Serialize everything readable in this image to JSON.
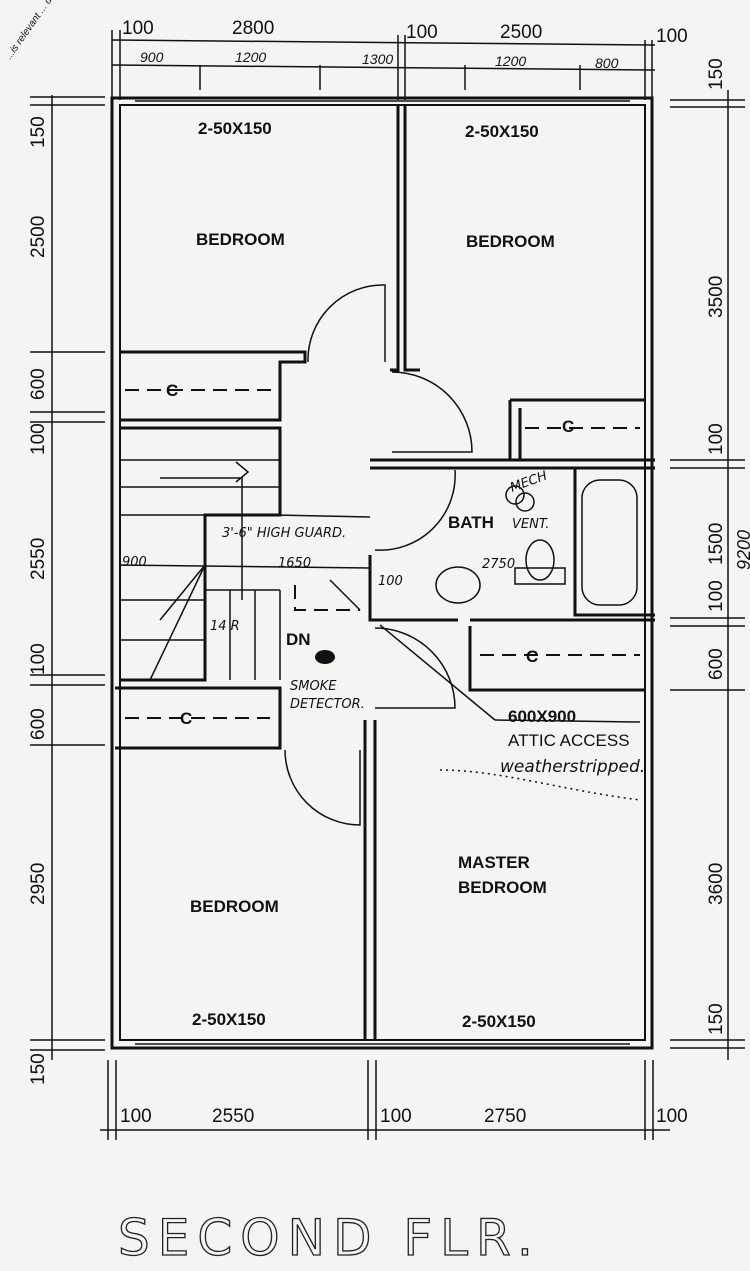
{
  "plan": {
    "title": "SECOND FLR.",
    "corner_note": "...is relevant ... document and ... upon the current",
    "top_dims": [
      "100",
      "2800",
      "100",
      "2500",
      "100"
    ],
    "top_sub_dims": [
      "900",
      "1200",
      "1300",
      "1200",
      "800"
    ],
    "left_dims": [
      "150",
      "2500",
      "600",
      "100",
      "2550",
      "100",
      "600",
      "2950",
      "150"
    ],
    "right_dims": [
      "150",
      "3500",
      "100",
      "1500",
      "100",
      "600",
      "3600",
      "150"
    ],
    "right_total": "9200",
    "bottom_dims": [
      "100",
      "2550",
      "100",
      "2750",
      "100"
    ],
    "rooms": {
      "bedroom_nw": "BEDROOM",
      "bedroom_ne": "BEDROOM",
      "bedroom_sw": "BEDROOM",
      "master_1": "MASTER",
      "master_2": "BEDROOM",
      "bath": "BATH"
    },
    "headers": [
      "2-50X150",
      "2-50X150",
      "2-50X150",
      "2-50X150"
    ],
    "closet_label": "C",
    "notes": {
      "guard": "3'-6\" HIGH GUARD.",
      "guard_len": "1650",
      "stair_width": "900",
      "risers": "14 R",
      "down": "DN",
      "smoke_1": "SMOKE",
      "smoke_2": "DETECTOR.",
      "mech": "MECH",
      "vent": "VENT.",
      "bath_dim": "2750",
      "bath_wall": "100",
      "attic_size": "600X900",
      "attic": "ATTIC ACCESS",
      "weather": "weatherstripped."
    }
  }
}
